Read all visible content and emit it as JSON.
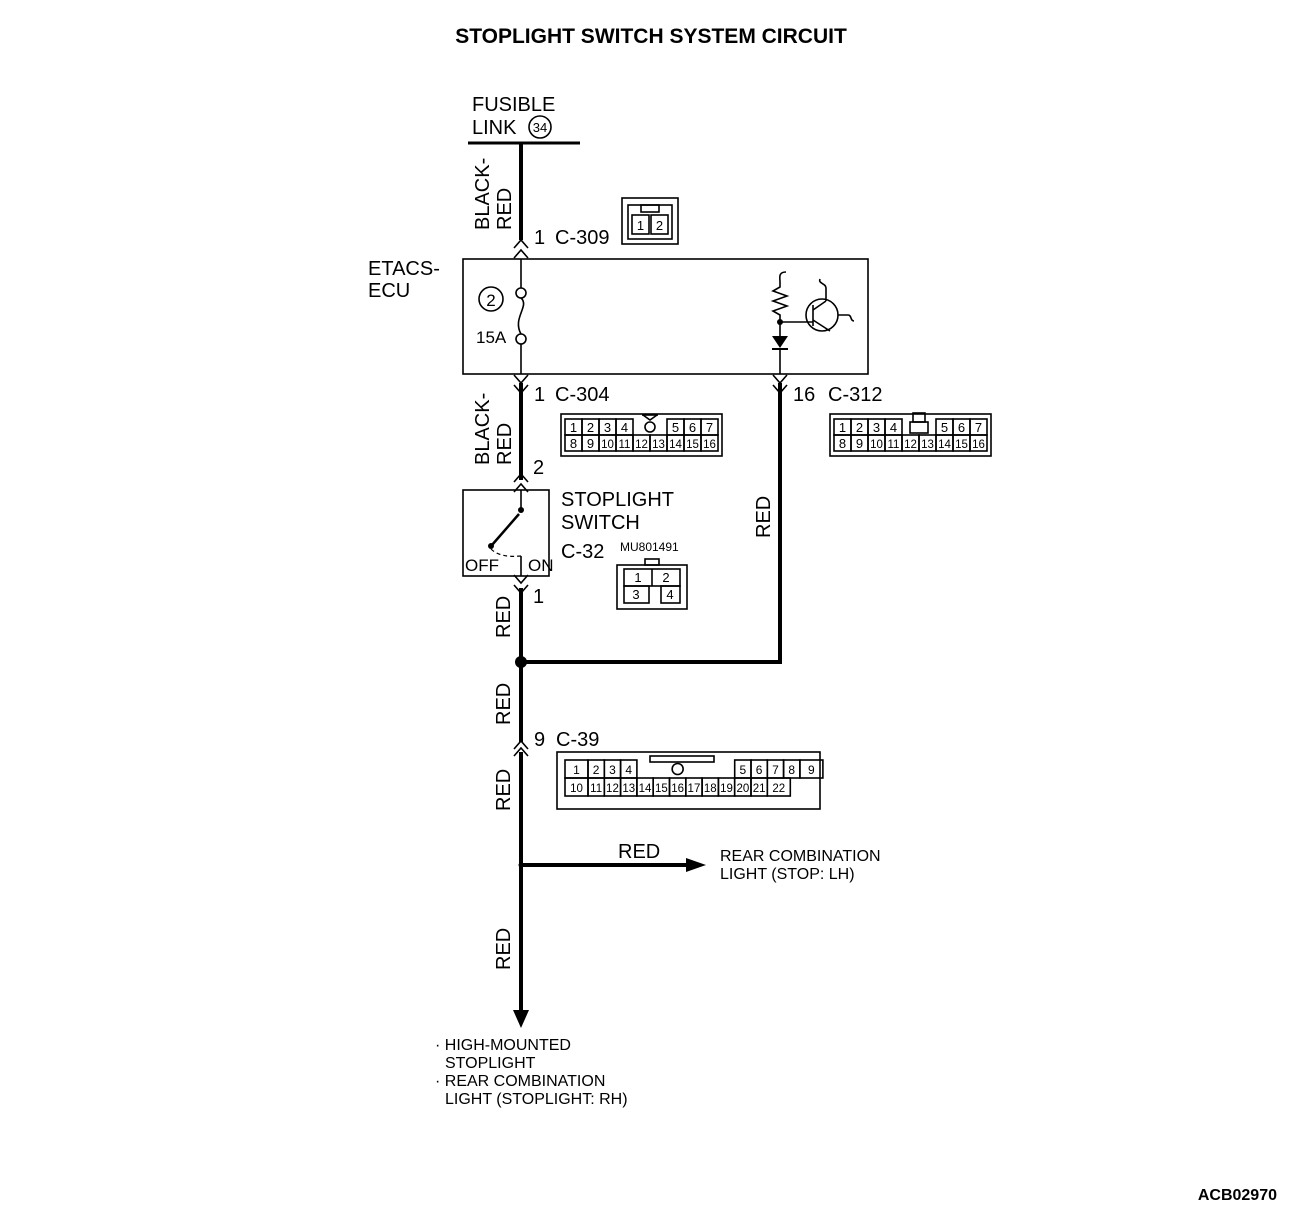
{
  "title": "STOPLIGHT SWITCH SYSTEM CIRCUIT",
  "figure_id": "ACB02970",
  "fusible_link": {
    "line1": "FUSIBLE",
    "line2": "LINK",
    "number": "34"
  },
  "ecu": {
    "line1": "ETACS-",
    "line2": "ECU",
    "fuse_number": "2",
    "fuse_rating": "15A"
  },
  "switch": {
    "line1": "STOPLIGHT",
    "line2": "SWITCH",
    "off_label": "OFF",
    "on_label": "ON",
    "part_number": "MU801491"
  },
  "wires": {
    "w_top": "BLACK-\nRED",
    "w_mid": "BLACK-\nRED",
    "w_red1": "RED",
    "w_red2": "RED",
    "w_red3": "RED",
    "w_red4": "RED",
    "w_red_right": "RED",
    "w_red_branch": "RED"
  },
  "connectors": {
    "c309": {
      "pin": "1",
      "name": "C-309",
      "pins": [
        "1",
        "2"
      ]
    },
    "c304": {
      "pin": "1",
      "name": "C-304",
      "row1": [
        "1",
        "2",
        "3",
        "4",
        "",
        "5",
        "6",
        "7"
      ],
      "row2": [
        "8",
        "9",
        "10",
        "11",
        "12",
        "13",
        "14",
        "15",
        "16"
      ]
    },
    "c312": {
      "pin": "16",
      "name": "C-312",
      "row1": [
        "1",
        "2",
        "3",
        "4",
        "",
        "5",
        "6",
        "7"
      ],
      "row2": [
        "8",
        "9",
        "10",
        "11",
        "12",
        "13",
        "14",
        "15",
        "16"
      ]
    },
    "c32_top": {
      "pin": "2"
    },
    "c32": {
      "pin": "1",
      "name": "C-32",
      "row1": [
        "1",
        "2"
      ],
      "row2": [
        "3",
        "4"
      ]
    },
    "c39": {
      "pin": "9",
      "name": "C-39",
      "row1": [
        "1",
        "2",
        "3",
        "4",
        "",
        "5",
        "6",
        "7",
        "8",
        "9"
      ],
      "row2": [
        "10",
        "11",
        "12",
        "13",
        "14",
        "15",
        "16",
        "17",
        "18",
        "19",
        "20",
        "21",
        "22"
      ]
    }
  },
  "destinations": {
    "branch_line1": "REAR COMBINATION",
    "branch_line2": "LIGHT (STOP: LH)",
    "bottom_line1": "· HIGH-MOUNTED",
    "bottom_line2": "STOPLIGHT",
    "bottom_line3": "· REAR COMBINATION",
    "bottom_line4": "LIGHT (STOPLIGHT: RH)"
  }
}
